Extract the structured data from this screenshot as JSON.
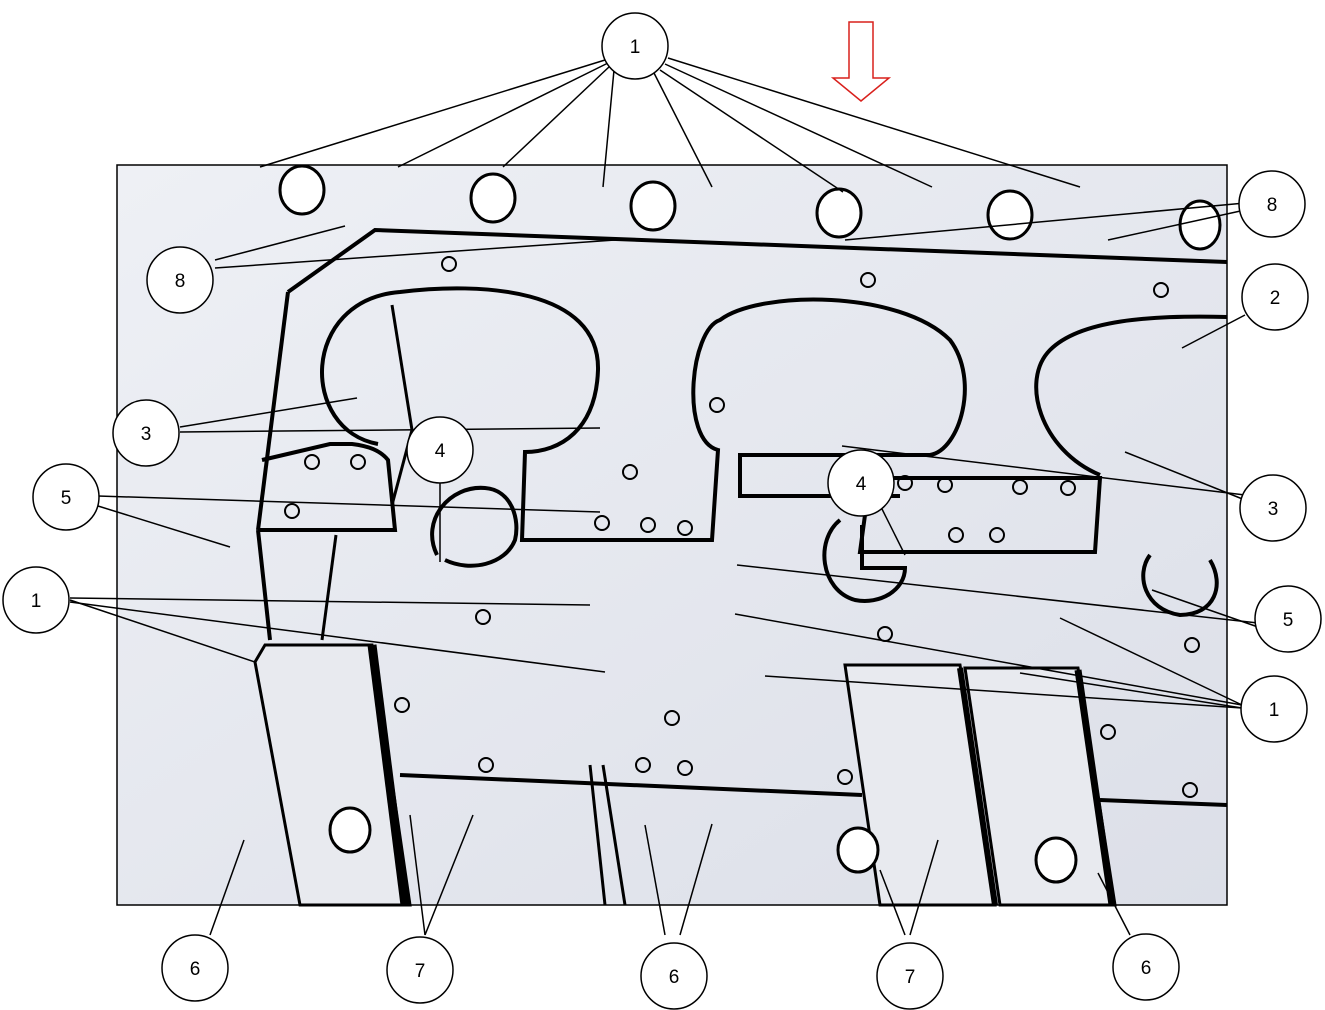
{
  "callouts": [
    {
      "id": "c1-top",
      "text": "1"
    },
    {
      "id": "c8-left",
      "text": "8"
    },
    {
      "id": "c8-right",
      "text": "8"
    },
    {
      "id": "c2",
      "text": "2"
    },
    {
      "id": "c3-left",
      "text": "3"
    },
    {
      "id": "c3-right",
      "text": "3"
    },
    {
      "id": "c4-left",
      "text": "4"
    },
    {
      "id": "c4-right",
      "text": "4"
    },
    {
      "id": "c5-left",
      "text": "5"
    },
    {
      "id": "c5-right",
      "text": "5"
    },
    {
      "id": "c1-left",
      "text": "1"
    },
    {
      "id": "c1-right",
      "text": "1"
    },
    {
      "id": "c6-a",
      "text": "6"
    },
    {
      "id": "c7-a",
      "text": "7"
    },
    {
      "id": "c6-b",
      "text": "6"
    },
    {
      "id": "c7-b",
      "text": "7"
    },
    {
      "id": "c6-c",
      "text": "6"
    }
  ],
  "colors": {
    "outline": "#000000",
    "panel_fill": "#e4e6ee",
    "panel_top_fill": "#edeef3",
    "arrow": "#d9201c",
    "background": "#ffffff"
  },
  "arrow": {
    "direction": "down",
    "icon": "down-arrow-icon"
  }
}
